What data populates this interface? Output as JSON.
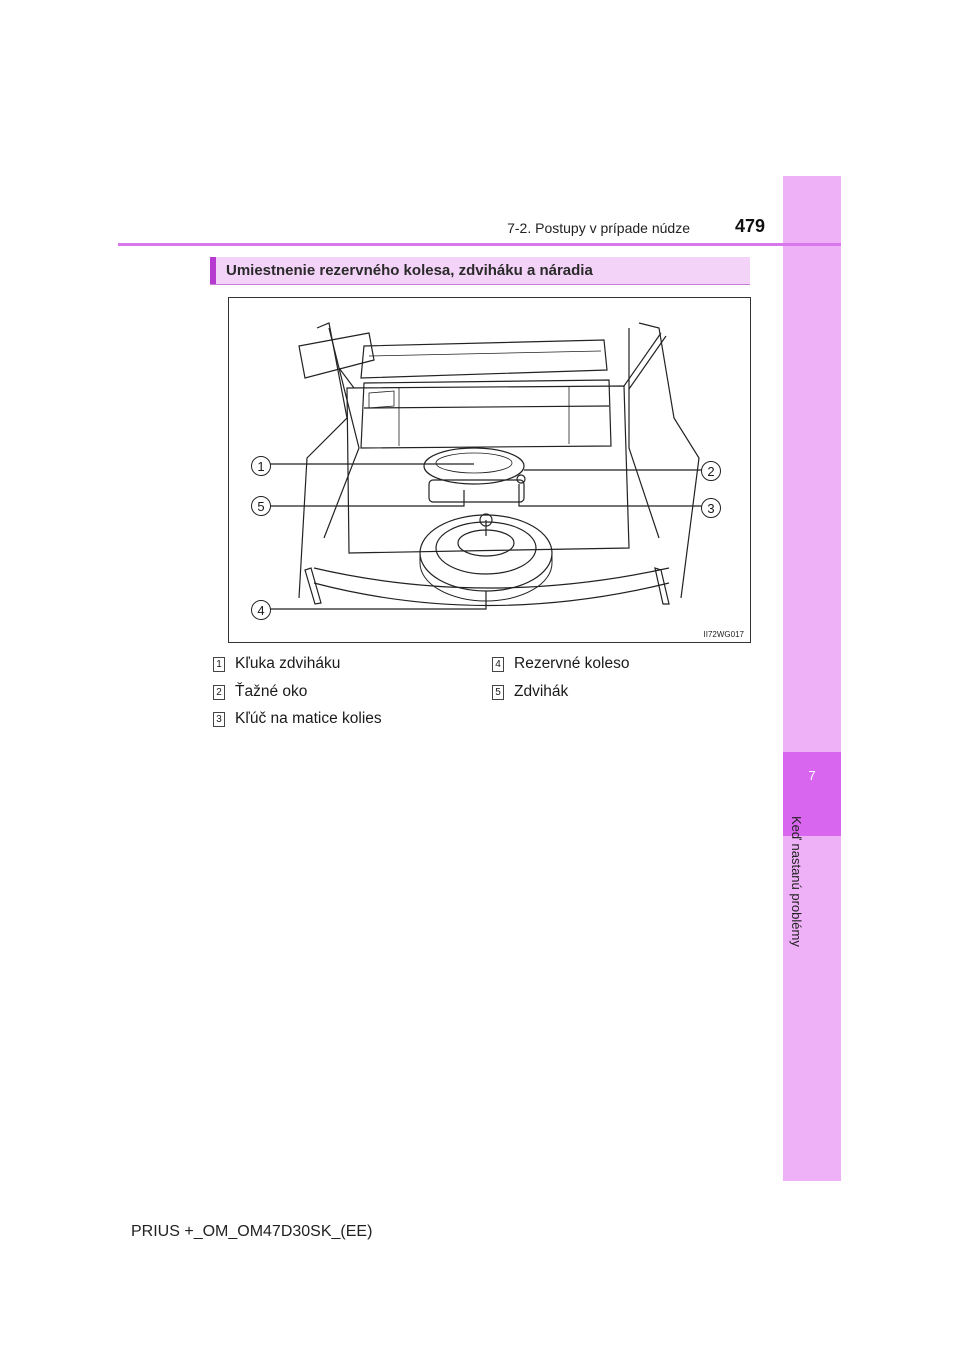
{
  "header": {
    "section": "7-2. Postupy v prípade núdze",
    "page_number": "479"
  },
  "side_tab": {
    "chapter_number": "7",
    "chapter_title": "Keď nastanú problémy"
  },
  "section_heading": "Umiestnenie rezervného kolesa, zdviháku a náradia",
  "figure": {
    "code": "II72WG017",
    "callouts": [
      "1",
      "2",
      "5",
      "3",
      "4"
    ]
  },
  "legend": [
    {
      "num": "1",
      "label": "Kľuka zdviháku"
    },
    {
      "num": "2",
      "label": "Ťažné oko"
    },
    {
      "num": "3",
      "label": "Kľúč na matice kolies"
    },
    {
      "num": "4",
      "label": "Rezervné koleso"
    },
    {
      "num": "5",
      "label": "Zdvihák"
    }
  ],
  "footer": "PRIUS +_OM_OM47D30SK_(EE)",
  "colors": {
    "side_tab": "#eeb0f6",
    "side_tab_active": "#d966ee",
    "heading_bar": "#b63ad0",
    "heading_bg": "#f4d3f8",
    "rule": "#d977ec"
  }
}
